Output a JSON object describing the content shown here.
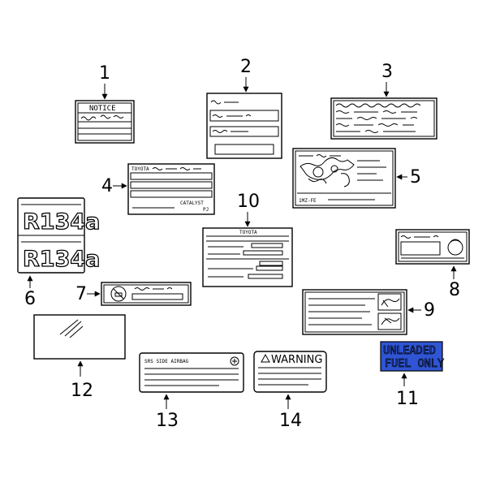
{
  "callouts": {
    "n1": "1",
    "n2": "2",
    "n3": "3",
    "n4": "4",
    "n5": "5",
    "n6": "6",
    "n7": "7",
    "n8": "8",
    "n9": "9",
    "n10": "10",
    "n11": "11",
    "n12": "12",
    "n13": "13",
    "n14": "14"
  },
  "labels": {
    "notice": "NOTICE",
    "toyota_emission": "TOYOTA",
    "catalyst": "CATALYST",
    "catalyst_code": "PJ",
    "engine_code": "1MZ-FE",
    "toyota_spec": "TOYOTA",
    "refrigerant_top": "R134a",
    "refrigerant_bottom": "R134a",
    "fuel_line1": "UNLEADED",
    "fuel_line2": "FUEL ONLY",
    "airbag": "SRS SIDE AIRBAG",
    "warning": "WARNING"
  },
  "colors": {
    "fuel_label_fill": "#2f55d4",
    "ink": "#000000"
  }
}
